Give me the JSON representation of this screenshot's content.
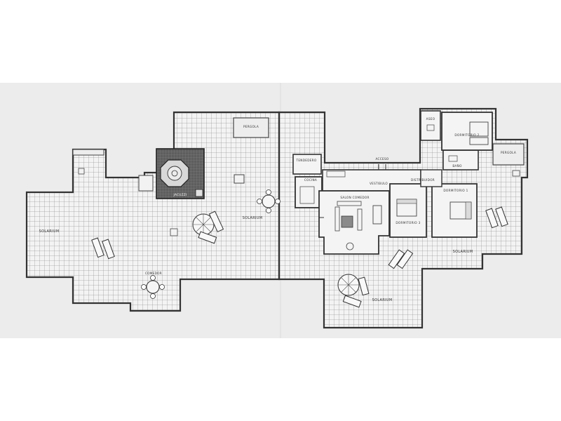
{
  "diagram": {
    "type": "floor-plan",
    "labels": {
      "solarium_west": "SOLARIUM",
      "solarium_center": "SOLARIUM",
      "solarium_east": "SOLARIUM",
      "solarium_south": "SOLARIUM",
      "jacuzzi": "JACUZZI",
      "comedor": "COMEDOR",
      "pergola_top": "PERGOLA",
      "pergola_right": "PERGOLA",
      "tendedero": "TENDEDERO",
      "cocina": "COCINA",
      "salon_comedor": "SALON COMEDOR",
      "vestibulo": "VESTIBULO",
      "acceso": "ACCESO",
      "distribuidor": "DISTRIBUIDOR",
      "dormitorio_1": "DORMITORIO 1",
      "dormitorio_2": "DORMITORIO 2",
      "dormitorio_3": "DORMITORIO 3",
      "bano": "BAÑO",
      "aseo": "ASEO"
    },
    "colors": {
      "paper": "#ececec",
      "grid": "#7a7a7a",
      "wall": "#333333",
      "jacuzzi_tile": "#6a6a6a",
      "interior": "#f4f4f4"
    }
  }
}
